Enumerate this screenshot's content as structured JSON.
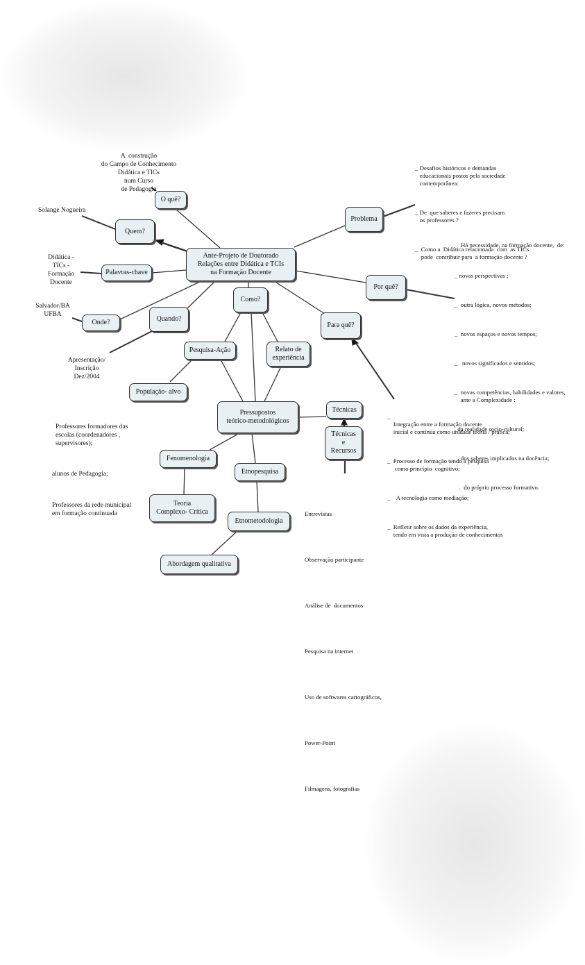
{
  "center": "Ante-Projeto de Doutorado\nRelações entre Didática e TCIs\nna Formação Docente",
  "nodes": {
    "o_que": "O quê?",
    "quem": "Quem?",
    "palavras_chave": "Palavras-chave",
    "onde": "Onde?",
    "quando": "Quando?",
    "como": "Como?",
    "problema": "Problema",
    "por_que": "Por quê?",
    "para_que": "Para quê?",
    "pesquisa_acao": "Pesquisa-Ação",
    "relato": "Relato de\nexperiência",
    "populacao": "População- alvo",
    "pressupostos": "Pressupostos\nteórico-metodológicos",
    "tecnicas": "Técnicas",
    "tecnicas_recursos": "Técnicas\ne\nRecursos",
    "fenomenologia": "Fenomenologia",
    "etnopesquisa": "Etnopesquisa",
    "teoria": "Teoria\nComplexo- Crítica",
    "etnometodologia": "Etnometodologia",
    "abordagem": "Abordagem qualitativa"
  },
  "labels": {
    "o_que": "A  construção\ndo Campo de Conhecimento\nDidática e TICs\nnum Curso\nde Pedagogia",
    "quem": "Solange Nogueira",
    "palavras": "Didática -\nTICs -\nFormação\nDocente",
    "onde": "Salvador/BA\nUFBA",
    "quando": "Apresentação/\nInscrição\nDez/2004",
    "populacao": [
      "Professores formadores das\nescolas (coordenadores ,\nsupervisores);",
      "alunos de Pedagogia;",
      "Professores da rede municipal\nem formação continuada"
    ],
    "problema": [
      "_ Desafios históricos e demandas\n   educacionais postos pela sociedade\n   contemporânea:",
      "_ De  que saberes e fazeres precisam\n   os professores ?",
      "_  Como a  Didática relacionada  com  as TICs\n    pode  contribuir para  a formação docente ?"
    ],
    "por_que_title": "Há necessidade, na formação docente,  de:",
    "por_que": [
      "_ novas perspectivas ;",
      "_  outra lógica, novos métodos;",
      "_  novos espaços e novos tempos;",
      "_   novos significados e sentidos;",
      "_  novas competências, habilidades e valores,\n    ante a Complexidade :",
      ". da realidade socio-cultural;",
      "  . dos saberes implicados na docência;",
      "   .  do próprio processo formativo."
    ],
    "para_que": [
      "_\n    Integração entre a formação docente\n    inicial e contínua como unidade teoria / prática;",
      "_  Processo de formação tendo a pesquisa\n     como princípio  cognitivo;",
      "_    A tecnologia como mediação;",
      "_  Refletir sobre os dados da experiência,\n    tendo em vista a produção de conhecimentos"
    ],
    "tecnicas": [
      "Entrevistas",
      "Observação participante",
      "Análise de  documentos",
      "Pesquisa na internet",
      "Uso de softwares cartográficos,",
      "Power-Point",
      "Filmagens, fotografias"
    ]
  }
}
